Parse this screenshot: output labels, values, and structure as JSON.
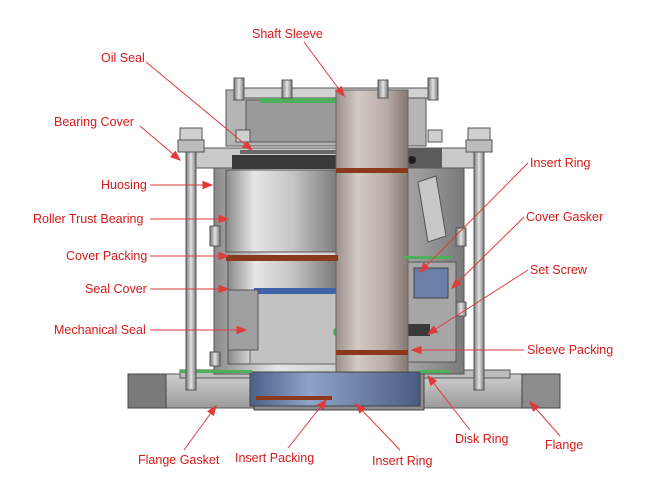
{
  "colors": {
    "label": "#d61a1a",
    "leader": "#e03a3a",
    "metal_light": "#d6d6d6",
    "metal_mid": "#a9a9a9",
    "metal_dark": "#6e6e6e",
    "sleeve": "#b9aeaa",
    "sleeve_dark": "#8f817c",
    "blue_part": "#6b7fa8",
    "copper_band": "#8a3a1a",
    "green_gasket": "#4fb05a"
  },
  "labels": {
    "shaft_sleeve": "Shaft Sleeve",
    "oil_seal": "Oil Seal",
    "bearing_cover": "Bearing Cover",
    "housing": "Huosing",
    "roller_trust_bearing": "Roller Trust Bearing",
    "cover_packing": "Cover Packing",
    "seal_cover": "Seal Cover",
    "mechanical_seal": "Mechanical Seal",
    "insert_ring_top": "Insert Ring",
    "cover_gasker": "Cover Gasker",
    "set_screw": "Set Screw",
    "sleeve_packing": "Sleeve Packing",
    "disk_ring": "Disk Ring",
    "flange": "Flange",
    "flange_gasket": "Flange Gasket",
    "insert_packing": "Insert Packing",
    "insert_ring_bottom": "Insert Ring"
  }
}
